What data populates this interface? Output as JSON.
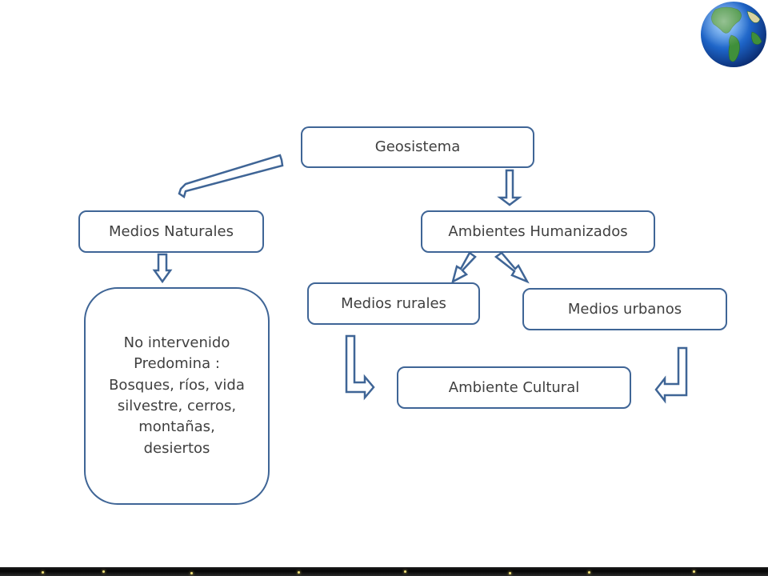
{
  "diagram": {
    "root": {
      "label": "Geosistema"
    },
    "natural": {
      "label": "Medios Naturales"
    },
    "humanized": {
      "label": "Ambientes Humanizados"
    },
    "natural_detail": {
      "lines": [
        "No intervenido",
        "Predomina :",
        "Bosques, ríos, vida",
        "silvestre, cerros,",
        "montañas,",
        "desiertos"
      ]
    },
    "rural": {
      "label": "Medios rurales"
    },
    "urban": {
      "label": "Medios urbanos"
    },
    "cultural": {
      "label": "Ambiente Cultural"
    },
    "colors": {
      "node_border": "#3f6596",
      "node_text": "#404040",
      "arrow_stroke": "#3f6596",
      "background": "#ffffff"
    }
  },
  "decorations": {
    "top_right": "globe-icon",
    "footer": "starfield-band"
  }
}
